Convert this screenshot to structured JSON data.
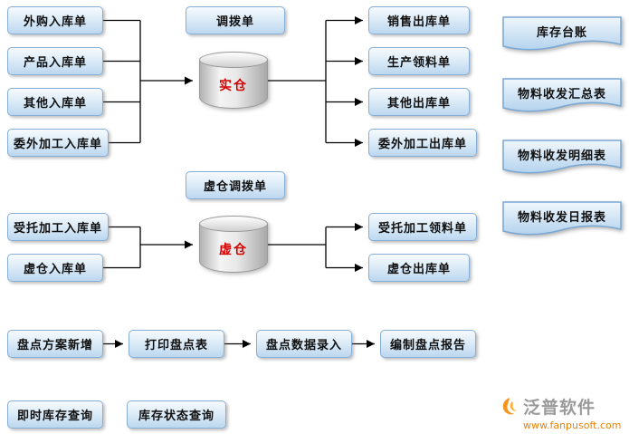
{
  "real_section": {
    "inputs": [
      "外购入库单",
      "产品入库单",
      "其他入库单",
      "委外加工入库单"
    ],
    "transfer": "调拨单",
    "warehouse": "实仓",
    "outputs": [
      "销售出库单",
      "生产领料单",
      "其他出库单",
      "委外加工出库单"
    ]
  },
  "virtual_section": {
    "inputs": [
      "受托加工入库单",
      "虚仓入库单"
    ],
    "transfer": "虚仓调拨单",
    "warehouse": "虚仓",
    "outputs": [
      "受托加工领料单",
      "虚仓出库单"
    ]
  },
  "reports": [
    "库存台账",
    "物料收发汇总表",
    "物料收发明细表",
    "物料收发日报表"
  ],
  "count_flow": [
    "盘点方案新增",
    "打印盘点表",
    "盘点数据录入",
    "编制盘点报告"
  ],
  "queries": [
    "即时库存查询",
    "库存状态查询"
  ],
  "logo": {
    "brand": "泛普软件",
    "url": "www.fanpusoft.com"
  },
  "colors": {
    "box_border": "#86aed6",
    "box_fill_top": "#f6fafd",
    "box_fill_bottom": "#bcd7ef",
    "cylinder_label_red": "#d40000",
    "arrow_black": "#000000",
    "logo_orange": "#e8820c",
    "logo_gray": "#9a9a9a"
  }
}
